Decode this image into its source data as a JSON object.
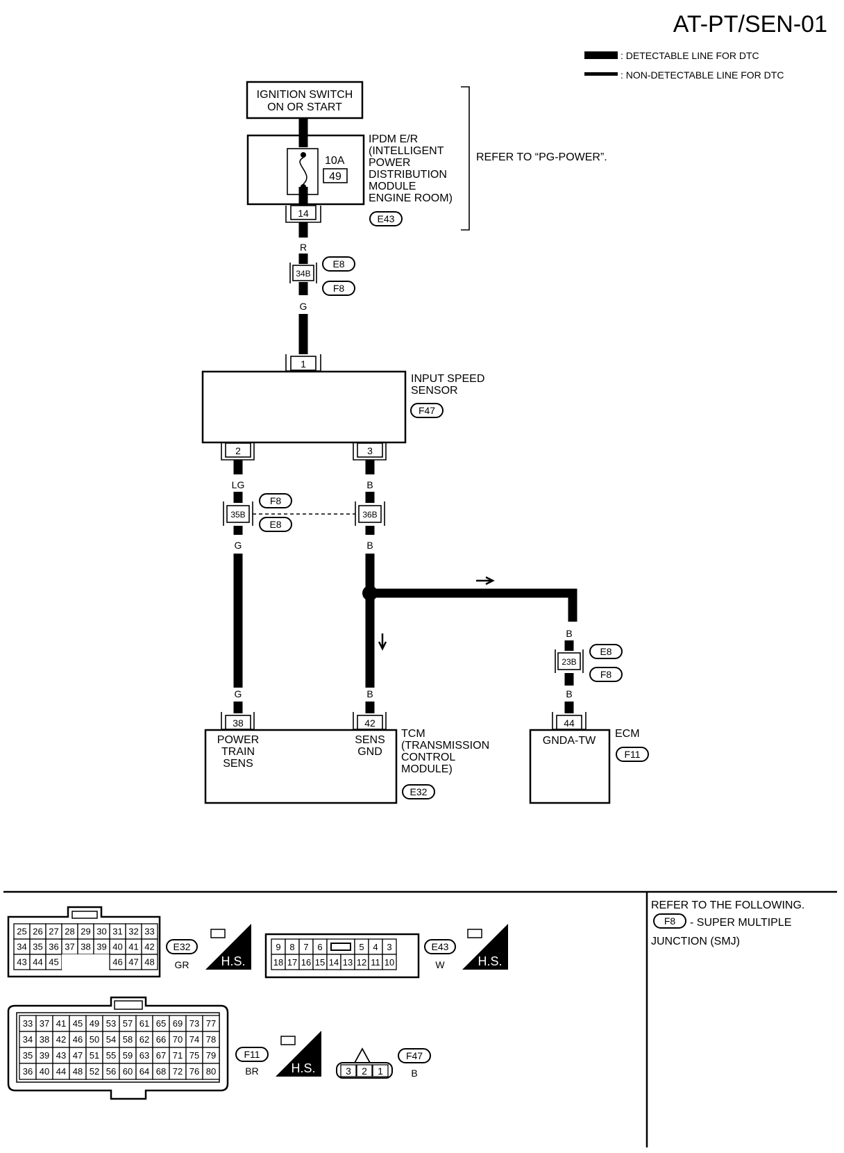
{
  "page": {
    "title": "AT-PT/SEN-01"
  },
  "legend": {
    "detectable": ": DETECTABLE LINE FOR DTC",
    "non_detectable": ": NON-DETECTABLE LINE FOR DTC"
  },
  "ignition": {
    "line1": "IGNITION SWITCH",
    "line2": "ON OR START"
  },
  "ipdm": {
    "lines": [
      "IPDM E/R",
      "(INTELLIGENT",
      "POWER",
      "DISTRIBUTION",
      "MODULE",
      "ENGINE ROOM)"
    ],
    "connector": "E43",
    "fuse_rating": "10A",
    "fuse_no": "49",
    "pin": "14"
  },
  "refer_pg": "REFER TO “PG-POWER”.",
  "joint1": {
    "wire_top": "R",
    "pin": "34B",
    "conn_top": "E8",
    "conn_bottom": "F8",
    "wire_bottom": "G"
  },
  "iss": {
    "line1": "INPUT SPEED",
    "line2": "SENSOR",
    "connector": "F47",
    "pin1": "1",
    "pin2": "2",
    "pin3": "3"
  },
  "wires_mid": {
    "left_top": "LG",
    "right_top": "B",
    "left_bottom": "G",
    "right_bottom": "B"
  },
  "joint2": {
    "left_pin": "35B",
    "right_pin": "36B",
    "conn_top": "F8",
    "conn_bottom": "E8"
  },
  "branch": {
    "wire_top": "B",
    "pin": "23B",
    "conn_top": "E8",
    "conn_bottom": "F8",
    "wire_bottom": "B"
  },
  "tcm_wires": {
    "left": "G",
    "right": "B"
  },
  "tcm": {
    "name": "TCM",
    "desc": [
      "(TRANSMISSION",
      "CONTROL",
      "MODULE)"
    ],
    "connector": "E32",
    "pin_left": "38",
    "pin_right": "42",
    "left_label": [
      "POWER",
      "TRAIN",
      "SENS"
    ],
    "right_label": [
      "SENS",
      "GND"
    ]
  },
  "ecm": {
    "name": "ECM",
    "connector": "F11",
    "pin": "44",
    "label": "GNDA-TW"
  },
  "refer_note": {
    "line1": "REFER TO THE FOLLOWING.",
    "conn": "F8",
    "line2": "- SUPER MULTIPLE",
    "line3": "JUNCTION (SMJ)"
  },
  "hs_label": "H.S.",
  "faces": {
    "e32": {
      "id": "E32",
      "color": "GR",
      "rows": [
        [
          "25",
          "26",
          "27",
          "28",
          "29",
          "30",
          "31",
          "32",
          "33"
        ],
        [
          "34",
          "35",
          "36",
          "37",
          "38",
          "39",
          "40",
          "41",
          "42"
        ],
        [
          "43",
          "44",
          "45",
          "",
          "",
          "",
          "46",
          "47",
          "48"
        ]
      ]
    },
    "e43": {
      "id": "E43",
      "color": "W",
      "rows": [
        [
          "9",
          "8",
          "7",
          "6",
          "",
          "5",
          "4",
          "3"
        ],
        [
          "18",
          "17",
          "16",
          "15",
          "14",
          "13",
          "12",
          "11",
          "10"
        ]
      ]
    },
    "f11": {
      "id": "F11",
      "color": "BR",
      "rows": [
        [
          "33",
          "37",
          "41",
          "45",
          "49",
          "53",
          "57",
          "61",
          "65",
          "69",
          "73",
          "77"
        ],
        [
          "34",
          "38",
          "42",
          "46",
          "50",
          "54",
          "58",
          "62",
          "66",
          "70",
          "74",
          "78"
        ],
        [
          "35",
          "39",
          "43",
          "47",
          "51",
          "55",
          "59",
          "63",
          "67",
          "71",
          "75",
          "79"
        ],
        [
          "36",
          "40",
          "44",
          "48",
          "52",
          "56",
          "60",
          "64",
          "68",
          "72",
          "76",
          "80"
        ]
      ]
    },
    "f47": {
      "id": "F47",
      "color": "B",
      "pins": [
        "3",
        "2",
        "1"
      ]
    }
  }
}
